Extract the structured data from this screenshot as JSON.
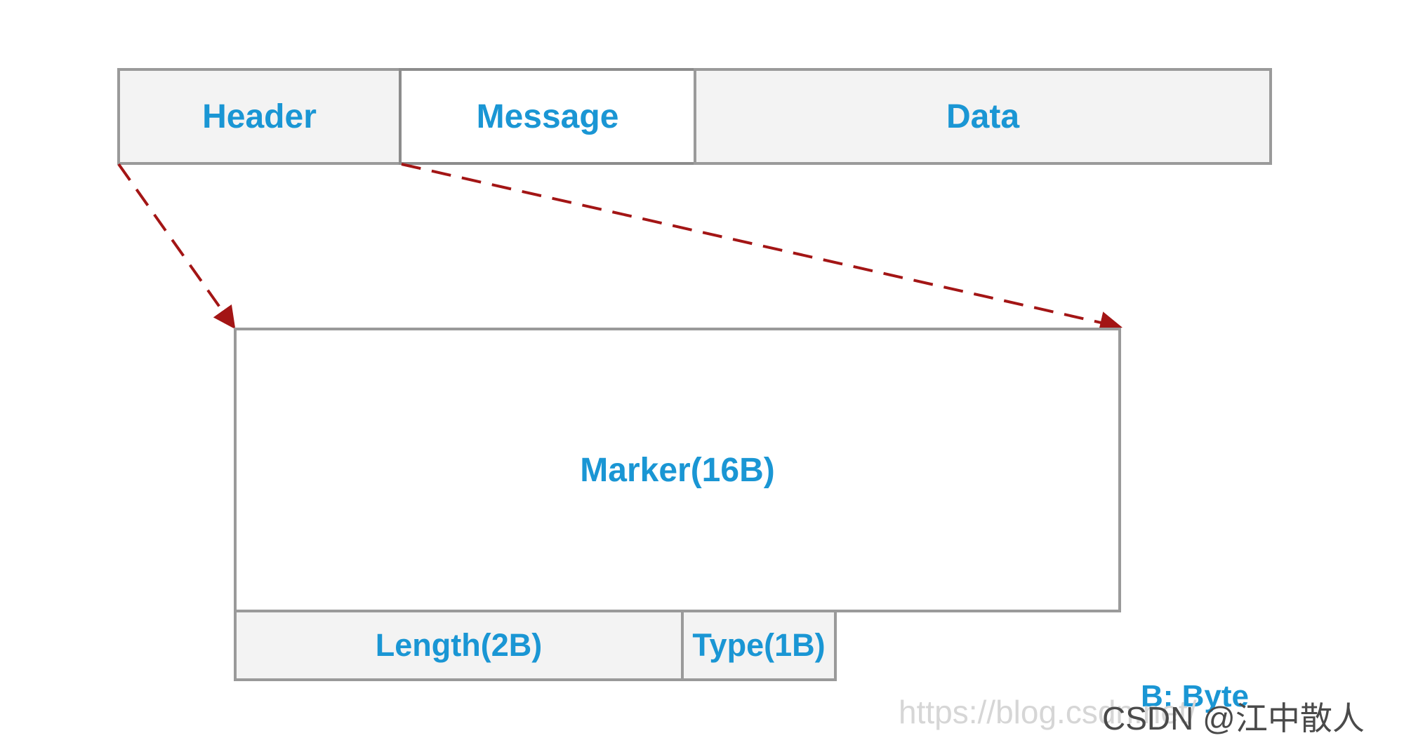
{
  "diagram": {
    "header_label": "Header",
    "message_label": "Message",
    "data_label": "Data",
    "marker_label": "Marker(16B)",
    "length_label": "Length(2B)",
    "type_label": "Type(1B)",
    "legend": "B: Byte",
    "colors": {
      "label": "#1a96d4",
      "border": "#9a9a9a",
      "fill": "#f3f3f3",
      "connector": "#a31515"
    }
  },
  "watermark": {
    "url": "https://blog.csdn.net/",
    "author": "CSDN @江中散人"
  }
}
